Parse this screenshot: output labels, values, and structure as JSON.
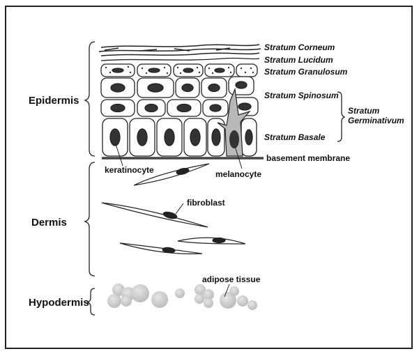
{
  "layers": {
    "epidermis": "Epidermis",
    "dermis": "Dermis",
    "hypodermis": "Hypodermis"
  },
  "strata": {
    "corneum": "Stratum Corneum",
    "lucidum": "Stratum Lucidum",
    "granulosum": "Stratum Granulosum",
    "spinosum": "Stratum Spinosum",
    "basale": "Stratum Basale",
    "germinativum_line1": "Stratum",
    "germinativum_line2": "Germinativum"
  },
  "labels": {
    "basement_membrane": "basement membrane",
    "keratinocyte": "keratinocyte",
    "melanocyte": "melanocyte",
    "fibroblast": "fibroblast",
    "adipose": "adipose tissue"
  },
  "colors": {
    "nucleus": "#333333",
    "melanocyte": "#b8b8b8",
    "adipose": "#c8c8c8",
    "line": "#222222"
  }
}
